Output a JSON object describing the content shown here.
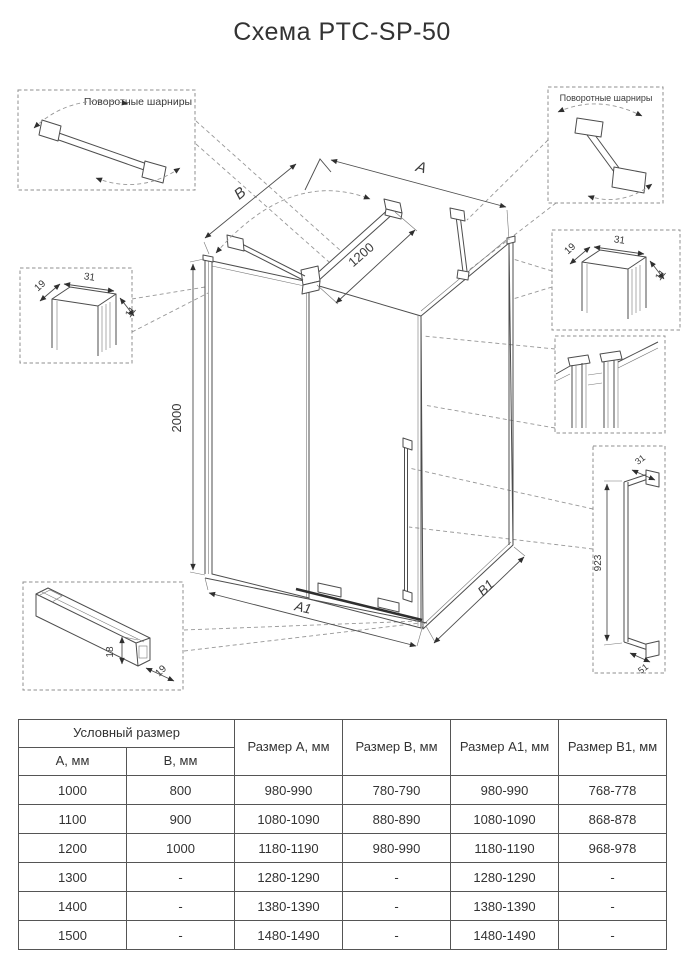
{
  "title": "Схема PTC-SP-50",
  "drawing": {
    "hinge_callout_left": {
      "label": "Поворотные шарниры"
    },
    "hinge_callout_right": {
      "label": "Поворотные шарниры"
    },
    "dims": {
      "a": "A",
      "b": "B",
      "bar": "1200",
      "height": "2000",
      "a1": "A1",
      "b1": "B1"
    },
    "wall_profile_left": {
      "d19": "19",
      "d31": "31",
      "d11": "11"
    },
    "wall_profile_right": {
      "d19": "19",
      "d31": "31",
      "d11": "11"
    },
    "handle": {
      "d923": "923",
      "d31": "31",
      "d51": "51"
    },
    "bottom_rail": {
      "d18": "18",
      "d19": "19"
    }
  },
  "table": {
    "header": {
      "group": "Условный размер",
      "col_a": "A, мм",
      "col_b": "B, мм",
      "col_size_a": "Размер A, мм",
      "col_size_b": "Размер B, мм",
      "col_size_a1": "Размер A1, мм",
      "col_size_b1": "Размер B1, мм"
    },
    "rows": [
      [
        "1000",
        "800",
        "980-990",
        "780-790",
        "980-990",
        "768-778"
      ],
      [
        "1100",
        "900",
        "1080-1090",
        "880-890",
        "1080-1090",
        "868-878"
      ],
      [
        "1200",
        "1000",
        "1180-1190",
        "980-990",
        "1180-1190",
        "968-978"
      ],
      [
        "1300",
        "-",
        "1280-1290",
        "-",
        "1280-1290",
        "-"
      ],
      [
        "1400",
        "-",
        "1380-1390",
        "-",
        "1380-1390",
        "-"
      ],
      [
        "1500",
        "-",
        "1480-1490",
        "-",
        "1480-1490",
        "-"
      ]
    ]
  }
}
